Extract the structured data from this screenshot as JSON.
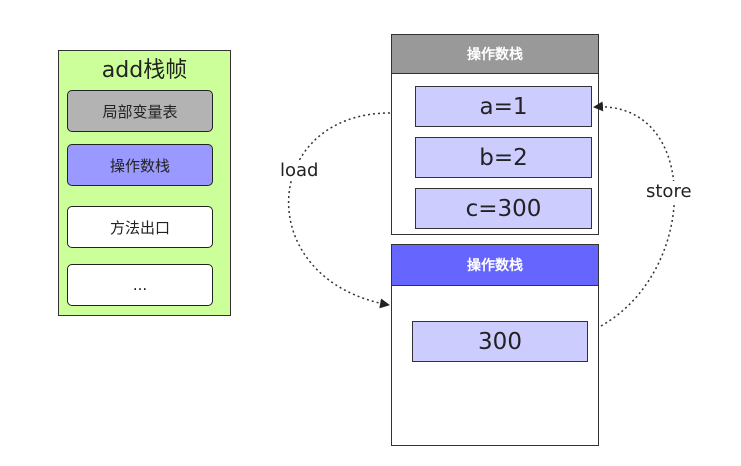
{
  "frame": {
    "title": "add栈帧",
    "slots": [
      {
        "label": "局部变量表",
        "fill": "#b3b3b3"
      },
      {
        "label": "操作数栈",
        "fill": "#9999ff"
      },
      {
        "label": "方法出口",
        "fill": "#ffffff"
      },
      {
        "label": "...",
        "fill": "#ffffff"
      }
    ]
  },
  "upper_stack": {
    "header": "操作数栈",
    "header_fill": "#999999",
    "cells": [
      "a=1",
      "b=2",
      "c=300"
    ]
  },
  "lower_stack": {
    "header": "操作数栈",
    "header_fill": "#6666ff",
    "cells": [
      "300"
    ]
  },
  "edges": {
    "load": "load",
    "store": "store"
  }
}
